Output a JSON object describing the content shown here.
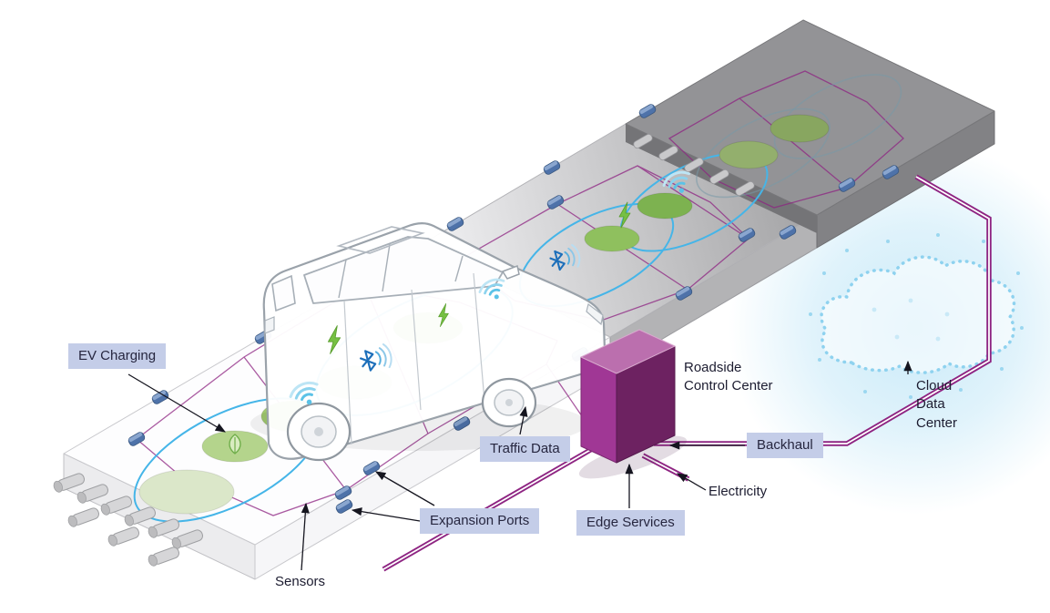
{
  "labels": {
    "ev_charging": "EV Charging",
    "sensors": "Sensors",
    "expansion_ports": "Expansion Ports",
    "traffic_data": "Traffic Data",
    "edge_services": "Edge Services",
    "electricity": "Electricity",
    "backhaul": "Backhaul",
    "roadside_control_center": "Roadside Control Center",
    "cloud_data_center": "Cloud Data Center"
  },
  "icons": {
    "bluetooth": "bluetooth-icon",
    "wifi": "wifi-icon",
    "lightning": "lightning-icon",
    "leaf": "leaf-icon",
    "cloud": "cloud-icon"
  },
  "colors": {
    "cable_purple": "#8e2482",
    "control_center_front": "#a03795",
    "control_center_side": "#6d2261",
    "control_center_top": "#bb6fae",
    "pad_green": "#a0c96f",
    "pad_green_light": "#dbe7c9",
    "coil_blue": "#45b5e8",
    "stud_blue": "#4e72a9",
    "label_box_bg": "#c4cde8",
    "label_text": "#26263f",
    "road_white": "#fdfdfe",
    "road_gray": "#9c9c9e",
    "cloud_glow": "#cdeaf7"
  }
}
